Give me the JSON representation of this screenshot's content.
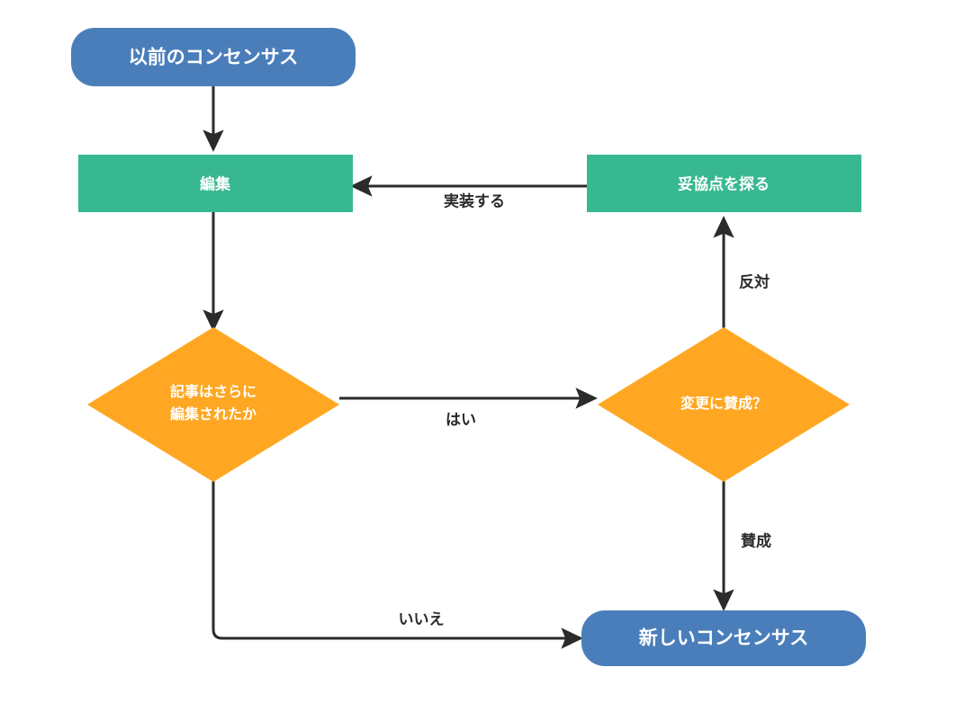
{
  "diagram": {
    "title": "Wikipedia consensus flowchart (Japanese)",
    "background": "#ffffff",
    "colors": {
      "blue": "#4a7ebb",
      "green": "#38b890",
      "orange": "#ffa722",
      "line": "#2b2b2b",
      "node_text": "#ffffff",
      "edge_text": "#2b2b2b"
    },
    "nodes": [
      {
        "id": "prev-consensus",
        "shape": "pill",
        "color": "#4a7ebb",
        "label": "以前のコンセンサス"
      },
      {
        "id": "edit",
        "shape": "rect",
        "color": "#38b890",
        "label": "編集"
      },
      {
        "id": "seek-compromise",
        "shape": "rect",
        "color": "#38b890",
        "label": "妥協点を探る"
      },
      {
        "id": "article-edited",
        "shape": "diamond",
        "color": "#ffa722",
        "label_line1": "記事はさらに",
        "label_line2": "編集されたか"
      },
      {
        "id": "agree-change",
        "shape": "diamond",
        "color": "#ffa722",
        "label": "変更に賛成？"
      },
      {
        "id": "new-consensus",
        "shape": "pill",
        "color": "#4a7ebb",
        "label": "新しいコンセンサス"
      }
    ],
    "edges": [
      {
        "id": "prev-to-edit",
        "from": "prev-consensus",
        "to": "edit",
        "label": ""
      },
      {
        "id": "edit-to-question",
        "from": "edit",
        "to": "article-edited",
        "label": ""
      },
      {
        "id": "compromise-to-edit",
        "from": "seek-compromise",
        "to": "edit",
        "label": "実装する"
      },
      {
        "id": "agree-to-compromise",
        "from": "agree-change",
        "to": "seek-compromise",
        "label": "反対"
      },
      {
        "id": "question-to-agree",
        "from": "article-edited",
        "to": "agree-change",
        "label": "はい"
      },
      {
        "id": "agree-to-new",
        "from": "agree-change",
        "to": "new-consensus",
        "label": "賛成"
      },
      {
        "id": "question-to-new",
        "from": "article-edited",
        "to": "new-consensus",
        "label": "いいえ"
      }
    ]
  }
}
